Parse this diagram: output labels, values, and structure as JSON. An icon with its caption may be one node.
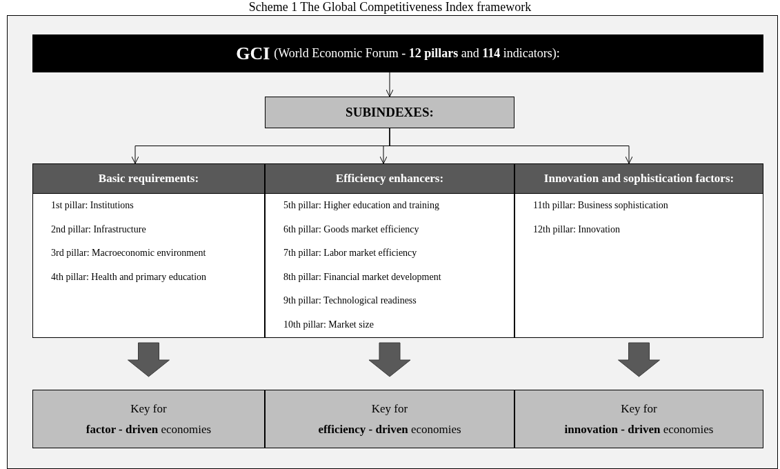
{
  "diagram": {
    "title": "Scheme 1 The Global Competitiveness Index framework",
    "nodes": [
      {
        "text": [
          "GCI",
          "(World Economic Forum - **12 pillars** and **114** indicators):"
        ]
      },
      {
        "text": [
          "SUBINDEXES:"
        ]
      },
      {
        "text": [
          "Basic requirements:",
          "1st pillar: Institutions",
          "2nd pillar: Infrastructure",
          "3rd pillar: Macroeconomic environment",
          "4th pillar: Health and primary education"
        ]
      },
      {
        "text": [
          "Efficiency enhancers:",
          "5th pillar: Higher education and training",
          "6th pillar: Goods market efficiency",
          "7th pillar: Labor market efficiency",
          "8th pillar: Financial market development",
          "9th pillar: Technological readiness",
          "10th pillar: Market size"
        ]
      },
      {
        "text": [
          "Innovation and sophistication factors:",
          "11th pillar: Business sophistication",
          "12th pillar: Innovation"
        ]
      },
      {
        "text": [
          "Key for",
          "**factor - driven** economies"
        ]
      },
      {
        "text": [
          "Key for",
          "**efficiency - driven** economies"
        ]
      },
      {
        "text": [
          "Key for",
          "**innovation - driven** economies"
        ]
      }
    ],
    "edges": [
      {
        "from": 0,
        "to": 1,
        "arrow": "to"
      },
      {
        "from": 1,
        "to": 2,
        "arrow": "to"
      },
      {
        "from": 1,
        "to": 3,
        "arrow": "to"
      },
      {
        "from": 1,
        "to": 4,
        "arrow": "to"
      },
      {
        "from": 2,
        "to": 5,
        "arrow": "to",
        "style": "thick"
      },
      {
        "from": 3,
        "to": 6,
        "arrow": "to",
        "style": "thick"
      },
      {
        "from": 4,
        "to": 7,
        "arrow": "to",
        "style": "thick"
      }
    ]
  }
}
